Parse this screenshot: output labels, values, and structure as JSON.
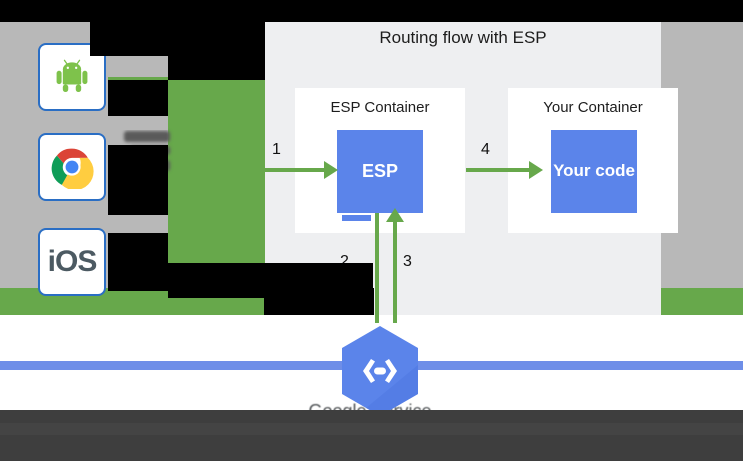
{
  "diagram": {
    "title": "Routing flow with ESP",
    "containers": [
      {
        "label": "ESP Container",
        "box_label": "ESP"
      },
      {
        "label": "Your Container",
        "box_label": "Your code"
      }
    ],
    "step_numbers": [
      "1",
      "2",
      "3",
      "4"
    ],
    "service_caption": "Google Service\nControl API",
    "clients": [
      {
        "name": "android-icon",
        "label": "Android"
      },
      {
        "name": "chrome-icon",
        "label": "Chrome"
      },
      {
        "name": "ios-icon",
        "label": "iOS"
      }
    ],
    "ios_label": "iOS"
  },
  "colors": {
    "green": "#67a84b",
    "blue": "#5b84ea",
    "panel": "#eeeff1",
    "page": "#b8b8b8",
    "rule": "#6e8ee8",
    "bottom_bar": "#3e3e3e"
  }
}
